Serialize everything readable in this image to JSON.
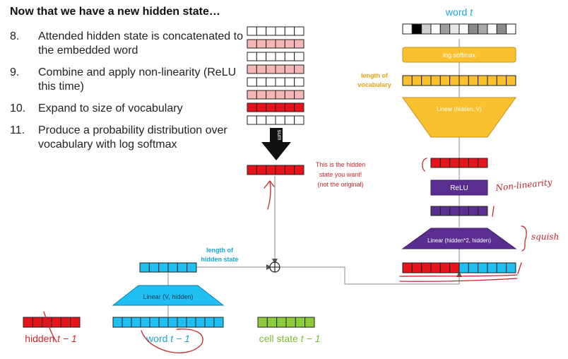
{
  "title": "Now that we have a new hidden state…",
  "steps": [
    {
      "num": "8.",
      "text": "Attended hidden state is concatenated to the embedded word"
    },
    {
      "num": "9.",
      "text": "Combine and apply non-linearity (ReLU this time)"
    },
    {
      "num": "10.",
      "text": "Expand to size of vocabulary"
    },
    {
      "num": "11.",
      "text": "Produce a probability distribution over vocabulary with log softmax"
    }
  ],
  "labels": {
    "sum": "sum",
    "hidden_note": [
      "This is the hidden",
      "state you want!",
      "(not the original)"
    ],
    "length_hidden": [
      "length of",
      "hidden state"
    ],
    "linear_v_hidden": "Linear (V, hidden)",
    "hidden_prev": "hidden",
    "word_prev": "word",
    "cell_prev": "cell state",
    "t_minus_1": "t − 1",
    "word_t": "word",
    "t": "t",
    "log_softmax": "log softmax",
    "length_vocab": [
      "length of",
      "vocabulary"
    ],
    "linear_hidden_v": "Linear (hidden, V)",
    "relu": "ReLU",
    "linear_hidden2": "Linear (hidden*2, hidden)",
    "plus": "⊕"
  },
  "handwriting": {
    "nonlinearity": "Non-linearity",
    "squish": "squish"
  },
  "colors": {
    "red": "#e8141c",
    "pink": "#f4b6b6",
    "blue": "#1fbff2",
    "green": "#8ccb3a",
    "orange": "#fbc02d",
    "purple": "#5a2d91",
    "ink": "#c0282e"
  }
}
